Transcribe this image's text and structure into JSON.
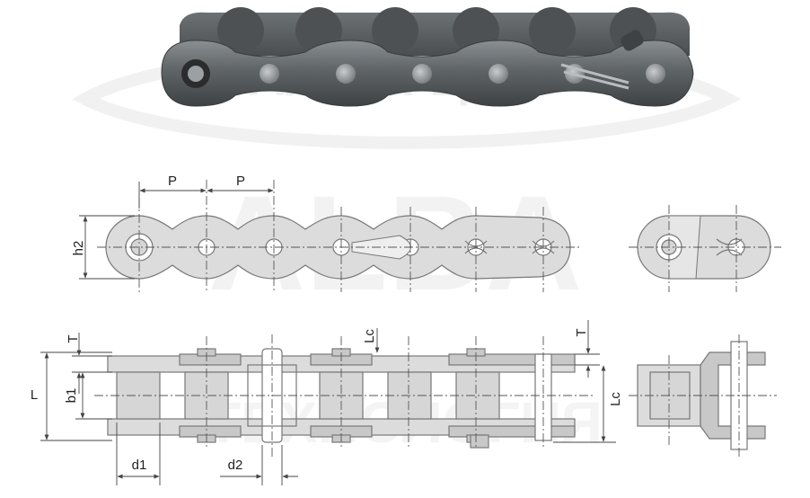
{
  "watermark": {
    "brand_cyrillic": "Альба-Цепь",
    "brand_latin": "ALBA",
    "tagline": "ТЕХНОЛОГИЯ"
  },
  "labels": {
    "pitch_left": "P",
    "pitch_right": "P",
    "plate_height": "h2",
    "overall_length": "L",
    "plate_thickness_left": "T",
    "plate_thickness_right": "T",
    "inner_width": "b1",
    "connecting_length_top": "Lc",
    "connecting_length_right": "Lc",
    "roller_diameter": "d1",
    "pin_diameter": "d2"
  },
  "colors": {
    "chain_steel": "#5a5e60",
    "plate_fill": "#dcdcdc",
    "outline": "#777777",
    "watermark": "#eeeeee"
  }
}
